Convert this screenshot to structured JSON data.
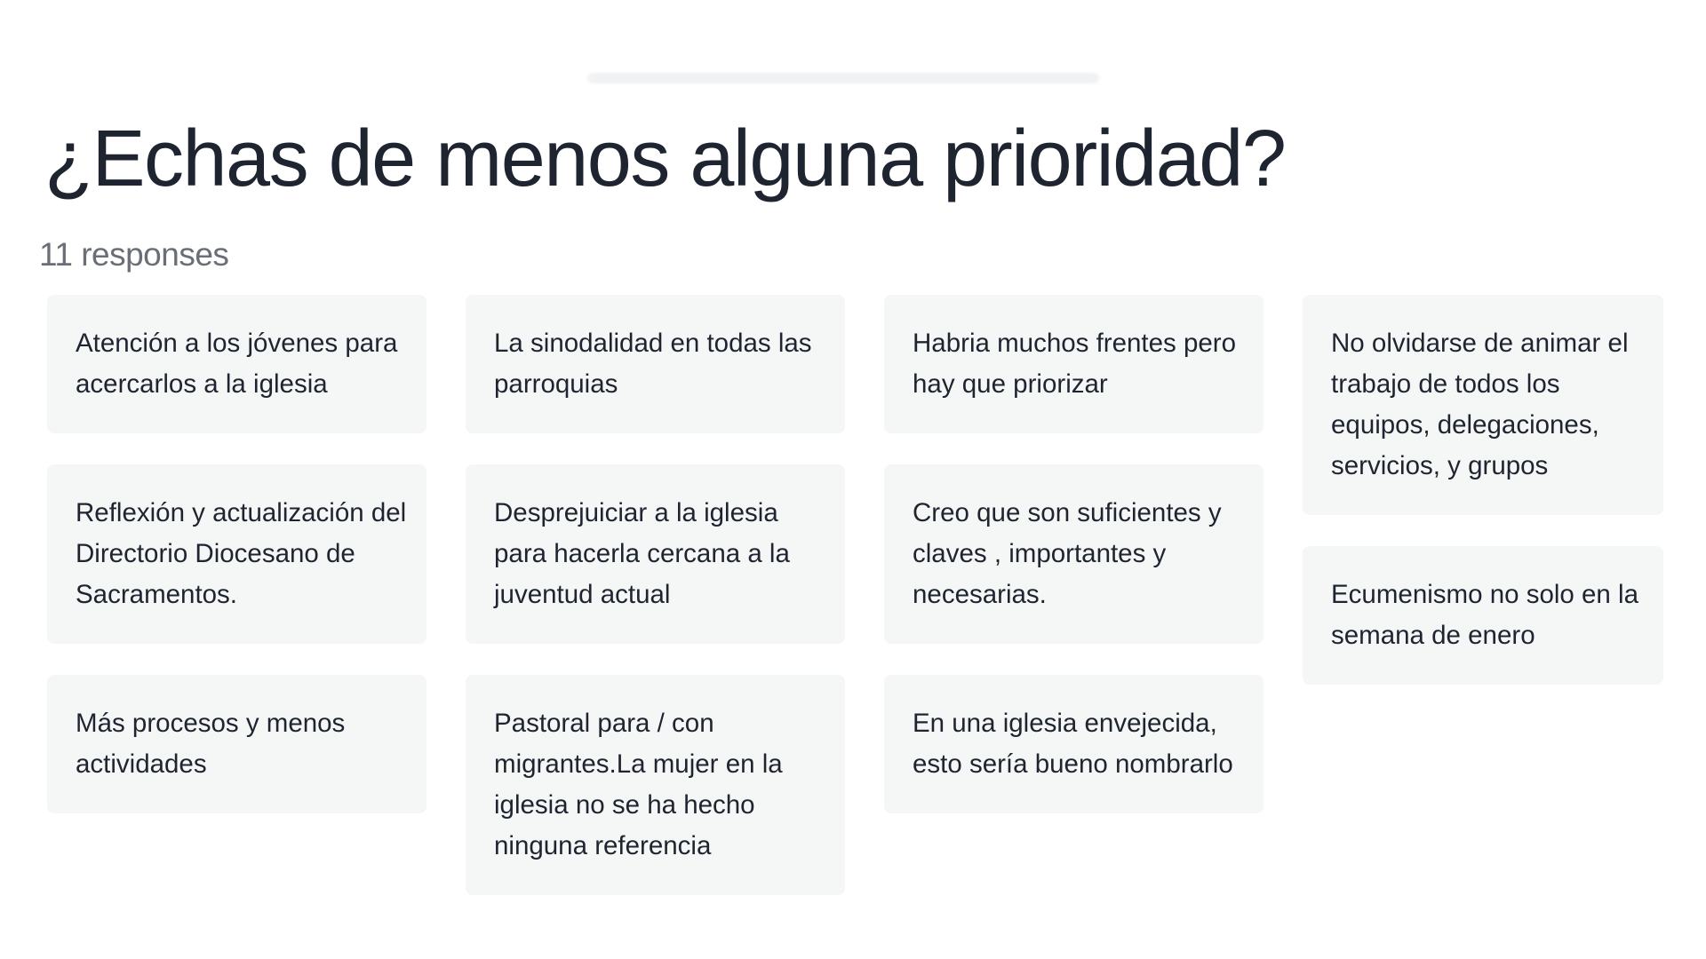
{
  "title": "¿Echas de menos alguna prioridad?",
  "response_count": "11 responses",
  "columns": [
    [
      "Atención a los jóvenes para acercarlos a la iglesia",
      "Reflexión y actualización del Directorio Diocesano de Sacramentos.",
      "Más procesos y menos actividades"
    ],
    [
      "La sinodalidad en todas las parroquias",
      "Desprejuiciar a la iglesia para hacerla cercana a la juventud actual",
      "Pastoral para / con migrantes.La mujer en la iglesia no se ha hecho ninguna referencia"
    ],
    [
      "Habria muchos frentes pero hay que priorizar",
      "Creo que son suficientes y claves , importantes y necesarias.",
      "En una iglesia envejecida, esto sería bueno nombrarlo"
    ],
    [
      "No olvidarse de animar el trabajo de todos los equipos, delegaciones, servicios, y grupos",
      "Ecumenismo no solo en la semana de enero"
    ]
  ]
}
